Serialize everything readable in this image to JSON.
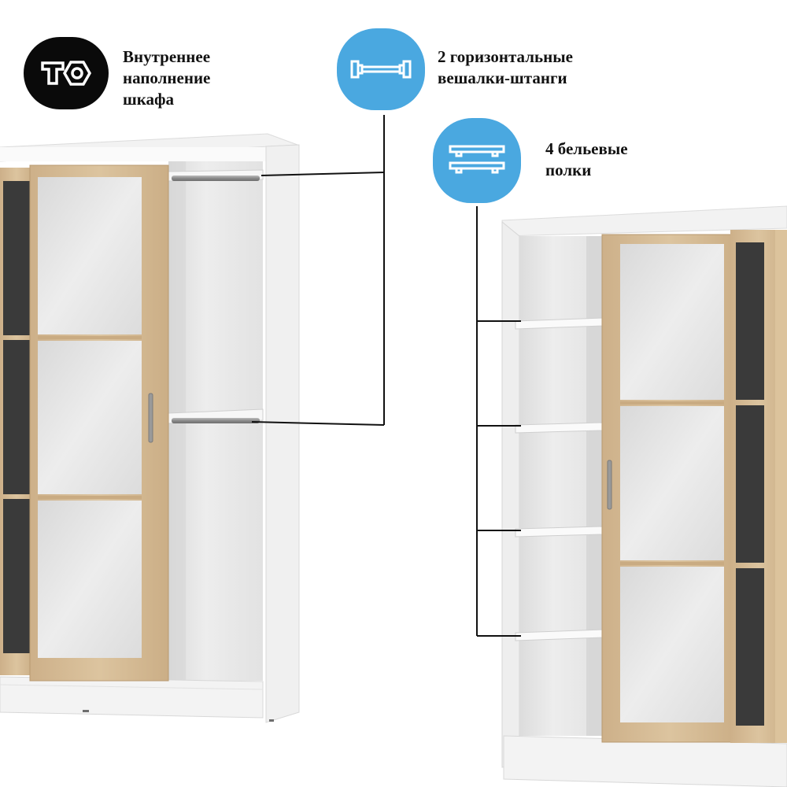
{
  "colors": {
    "accent_blue": "#4aa8e0",
    "badge_black": "#0a0a0a",
    "cabinet_white": "#f6f6f6",
    "oak": "#d3b890",
    "mirror": "#e6e6e6",
    "dark_glass": "#3a3a3a",
    "leader_line": "#111111"
  },
  "callouts": {
    "interior": {
      "icon": "fittings-icon",
      "lines": [
        "Внутреннее",
        "наполнение",
        "шкафа"
      ]
    },
    "rails": {
      "icon": "hanging-rail-icon",
      "lines": [
        "2 горизонтальные",
        "вешалки-штанги"
      ]
    },
    "shelves": {
      "icon": "shelves-icon",
      "lines": [
        "4 бельевые",
        "полки"
      ]
    }
  },
  "wardrobes": {
    "left": {
      "view": "rails-open"
    },
    "right": {
      "view": "shelves-open"
    }
  }
}
